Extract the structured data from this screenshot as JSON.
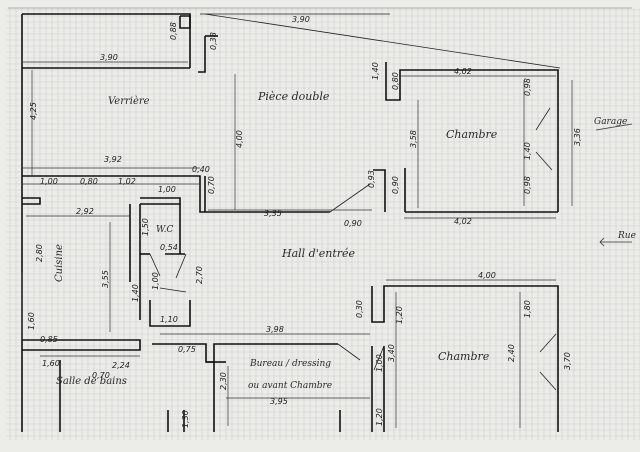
{
  "rooms": {
    "verriere": "Verrière",
    "piece_double": "Pièce double",
    "chambre_top": "Chambre",
    "hall": "Hall d'entrée",
    "cuisine": "Cuisine",
    "wc": "W.C",
    "bureau_line1": "Bureau / dressing",
    "bureau_line2": "ou avant Chambre",
    "chambre_bottom": "Chambre",
    "salle_de_bains": "Salle de bains"
  },
  "external": {
    "garage": "Garage",
    "rue": "Rue"
  },
  "dimensions": {
    "top_3_90": "3,90",
    "verriere_3_90": "3,90",
    "left_4_25": "4,25",
    "d_0_88": "0,88",
    "d_0_38": "0,38",
    "d_1_40_top": "1,40",
    "d_0_80": "0,80",
    "chambre_4_02_top": "4,02",
    "d_0_98_top": "0,98",
    "d_4_00_piece": "4,00",
    "d_3_58": "3,58",
    "d_3_36": "3,36",
    "d_1_40_right": "1,40",
    "d_0_98_low": "0,98",
    "d_0_93": "0,93",
    "d_0_90": "0,90",
    "d_0_90_b": "0,90",
    "d_3_92": "3,92",
    "d_0_40": "0,40",
    "d_0_70": "0,70",
    "d_3_35": "3,35",
    "chambre_4_02_bottom": "4,02",
    "d_1_00_a": "1,00",
    "d_0_80_b": "0,80",
    "d_1_02": "1,02",
    "d_1_00_b": "1,00",
    "d_2_92": "2,92",
    "d_2_80": "2,80",
    "d_1_50": "1,50",
    "d_0_54": "0,54",
    "d_3_55": "3,55",
    "d_1_40_k": "1,40",
    "d_1_00_k": "1,00",
    "d_2_70": "2,70",
    "d_1_10": "1,10",
    "d_1_60_a": "1,60",
    "d_0_85": "0,85",
    "d_1_60_b": "1,60",
    "d_2_24": "2,24",
    "d_0_70_sdb": "0,70",
    "d_3_98": "3,98",
    "d_0_75": "0,75",
    "d_0_30": "0,30",
    "d_1_20": "1,20",
    "d_4_00_chambre": "4,00",
    "d_1_80": "1,80",
    "d_3_40": "3,40",
    "d_3_70": "3,70",
    "d_2_40": "2,40",
    "d_3_95": "3,95",
    "d_1_00_bot": "1,00",
    "d_1_20_bot": "1,20",
    "d_2_30": "2,30",
    "d_1_30": "1,30"
  },
  "colors": {
    "paper": "#e9e9e7",
    "ink": "#111111",
    "grid": "#bdbdbd"
  }
}
